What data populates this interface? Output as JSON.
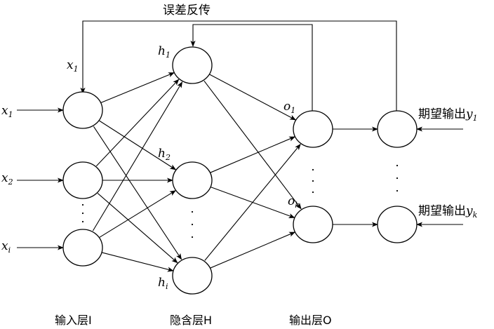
{
  "feedback_label": "误差反传",
  "layers": {
    "input": "输入层I",
    "hidden": "隐含层H",
    "output": "输出层O"
  },
  "inputs": [
    {
      "base": "x",
      "sub": "1"
    },
    {
      "base": "x",
      "sub": "2"
    },
    {
      "base": "x",
      "sub": "i"
    }
  ],
  "feedback_input": {
    "base": "x",
    "sub": "1"
  },
  "hidden": [
    {
      "base": "h",
      "sub": "1"
    },
    {
      "base": "h",
      "sub": "2"
    },
    {
      "base": "h",
      "sub": "i"
    }
  ],
  "outputs": [
    {
      "base": "o",
      "sub": "1"
    },
    {
      "base": "o",
      "sub": "k"
    }
  ],
  "expected": [
    {
      "text": "期望输出",
      "base": "y",
      "sub": "1"
    },
    {
      "text": "期望输出",
      "base": "y",
      "sub": "k"
    }
  ],
  "ellipsis": "·"
}
